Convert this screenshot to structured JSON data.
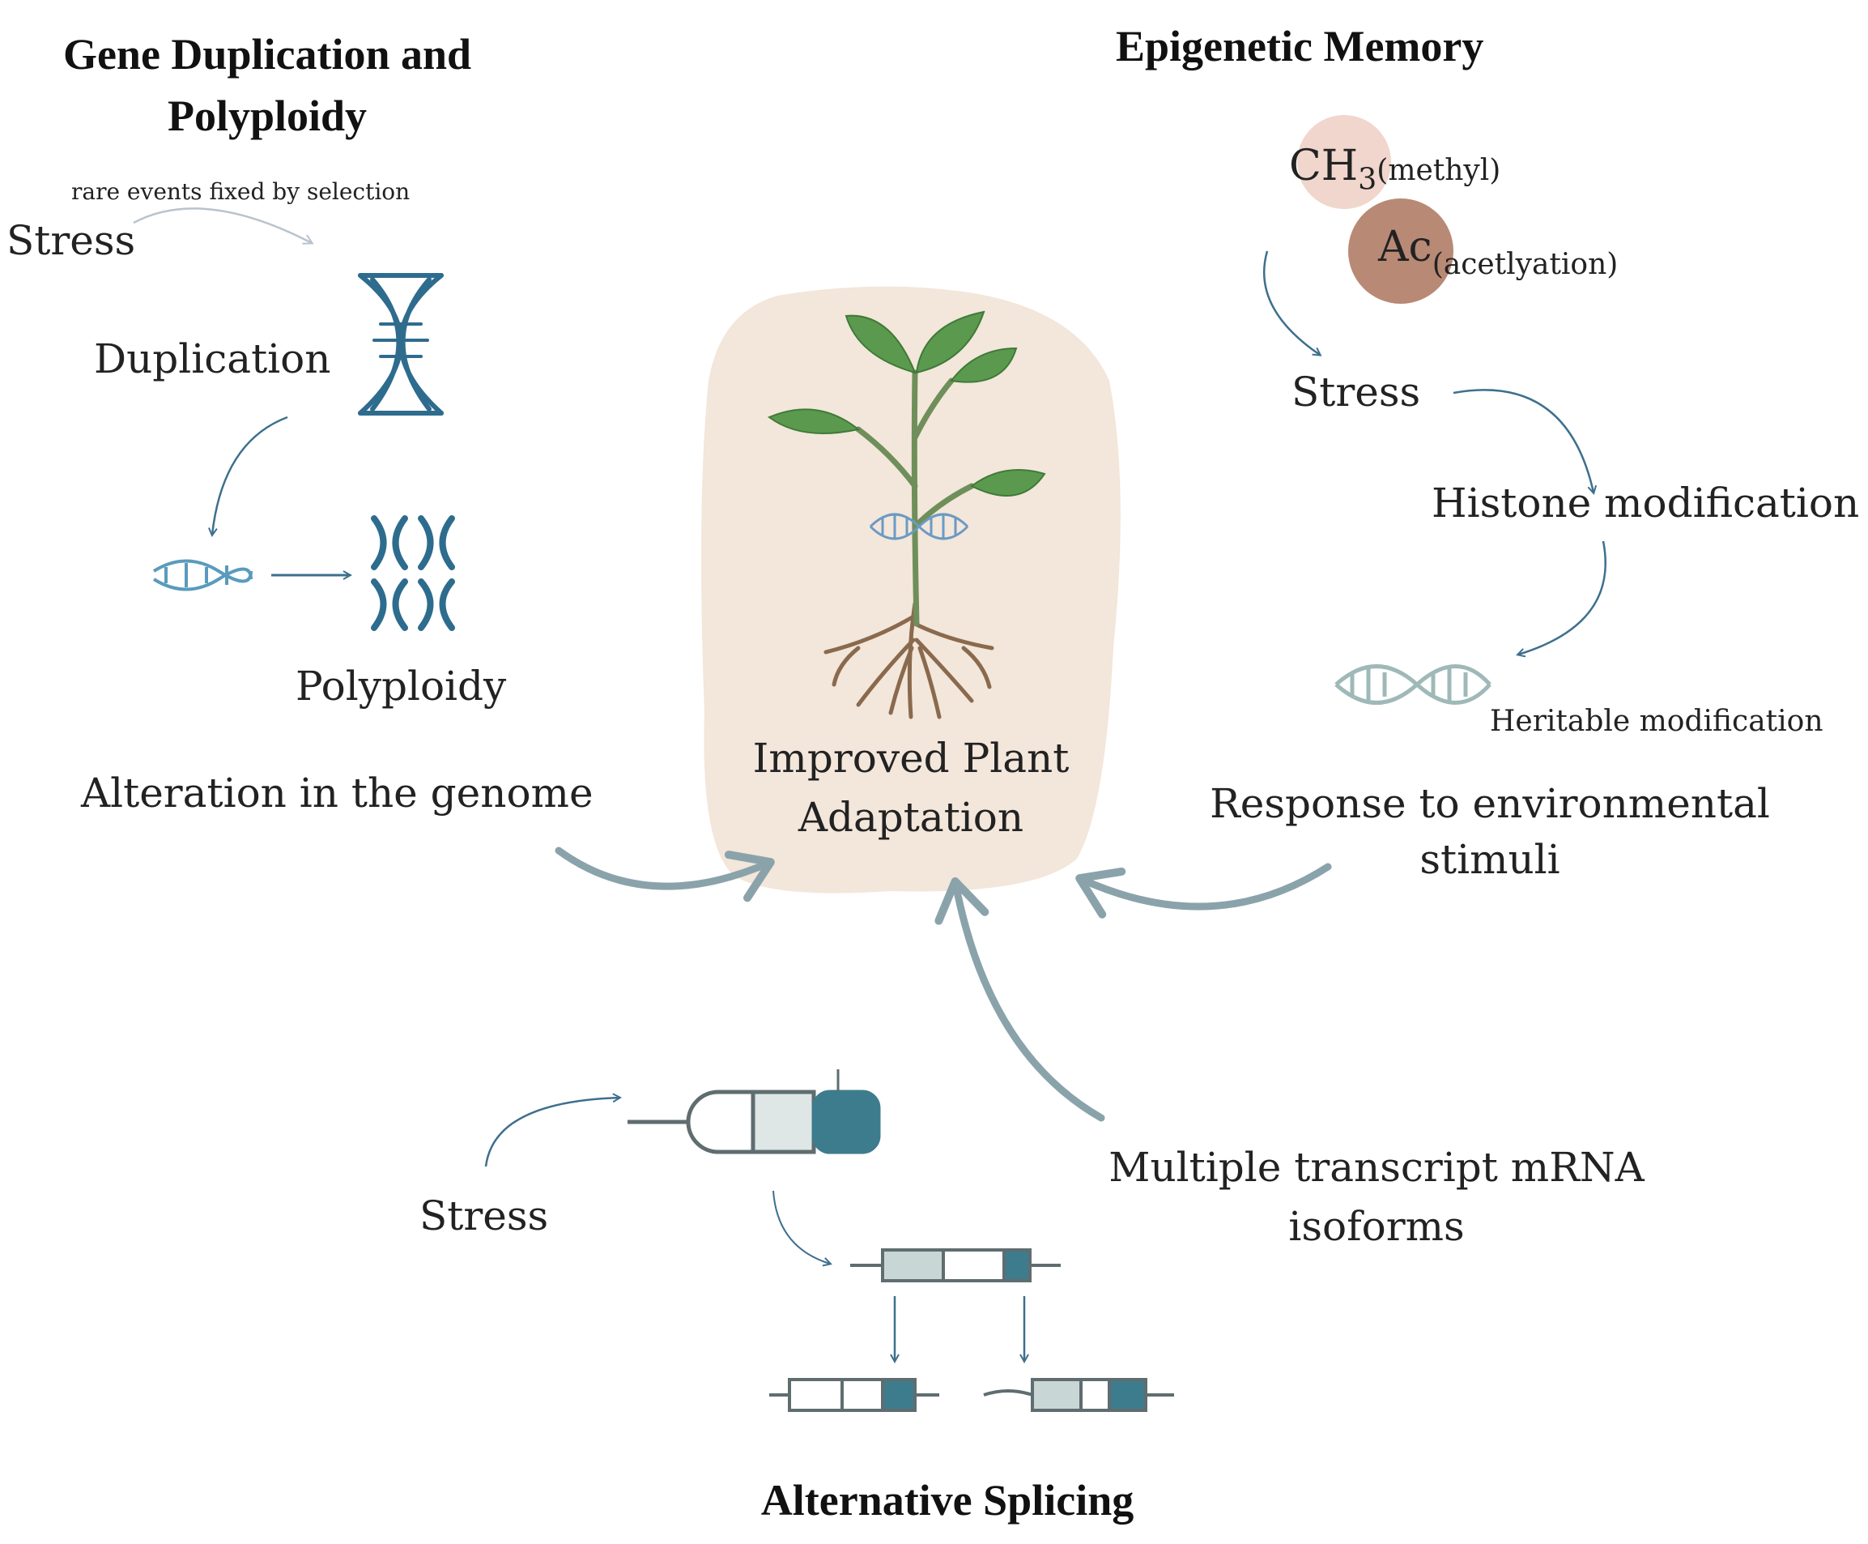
{
  "sections": {
    "gene_duplication": {
      "heading_line1": "Gene Duplication and",
      "heading_line2": "Polyploidy",
      "note": "rare events fixed by selection",
      "stress": "Stress",
      "duplication": "Duplication",
      "polyploidy": "Polyploidy",
      "alteration": "Alteration in the genome"
    },
    "epigenetic": {
      "heading": "Epigenetic Memory",
      "methyl_symbol": "CH",
      "methyl_sub": "3",
      "methyl_name": "(methyl)",
      "acetyl_symbol": "Ac",
      "acetyl_name": "(acetlyation)",
      "stress": "Stress",
      "histone": "Histone modification",
      "heritable": "Heritable modification",
      "response_line1": "Response to environmental",
      "response_line2": "stimuli"
    },
    "center": {
      "line1": "Improved Plant",
      "line2": "Adaptation"
    },
    "splicing": {
      "heading": "Alternative Splicing",
      "stress": "Stress",
      "isoforms_line1": "Multiple transcript mRNA",
      "isoforms_line2": "isoforms"
    }
  },
  "colors": {
    "center_bg": "#f3e6da",
    "arrow_big": "#8aa3ab",
    "arrow_thin": "#3e6f8d",
    "dna_blue": "#2e6c8e",
    "teal": "#3d7c8d",
    "leaf": "#5b9a4e",
    "root": "#8a6a4e",
    "methyl": "#f0d6cc",
    "acetyl": "#b07c66"
  }
}
